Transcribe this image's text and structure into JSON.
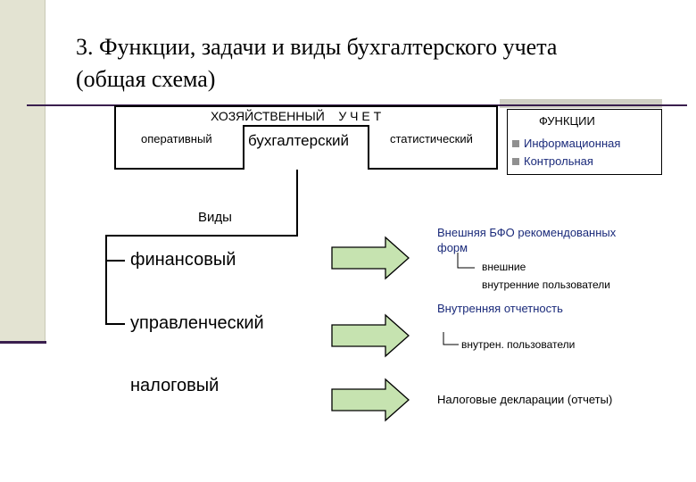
{
  "title": {
    "line1": "3. Функции, задачи и виды бухгалтерского учета",
    "line2": "(общая схема)"
  },
  "accounting_box": {
    "header": "ХОЗЯЙСТВЕННЫЙ    У Ч Е Т",
    "types": {
      "operative": "оперативный",
      "accounting": "бухгалтерский",
      "statistical": "статистический"
    }
  },
  "functions": {
    "header": "ФУНКЦИИ",
    "items": [
      "Информационная",
      "Контрольная"
    ]
  },
  "kinds": {
    "label": "Виды",
    "financial": "финансовый",
    "managerial": "управленческий",
    "tax": "налоговый"
  },
  "outputs": {
    "external_line1": "Внешняя БФО рекомендованных",
    "external_line2": "форм",
    "external_users_1": "внешние",
    "external_users_2": "внутренние пользователи",
    "internal": "Внутренняя отчетность",
    "internal_users": "внутрен. пользователи",
    "tax": "Налоговые декларации (отчеты)"
  },
  "colors": {
    "accent_text": "#1a2a7a",
    "arrow_fill": "#c6e3b0",
    "sidebar": "#e3e3d2",
    "rule": "#3a1f4e"
  }
}
